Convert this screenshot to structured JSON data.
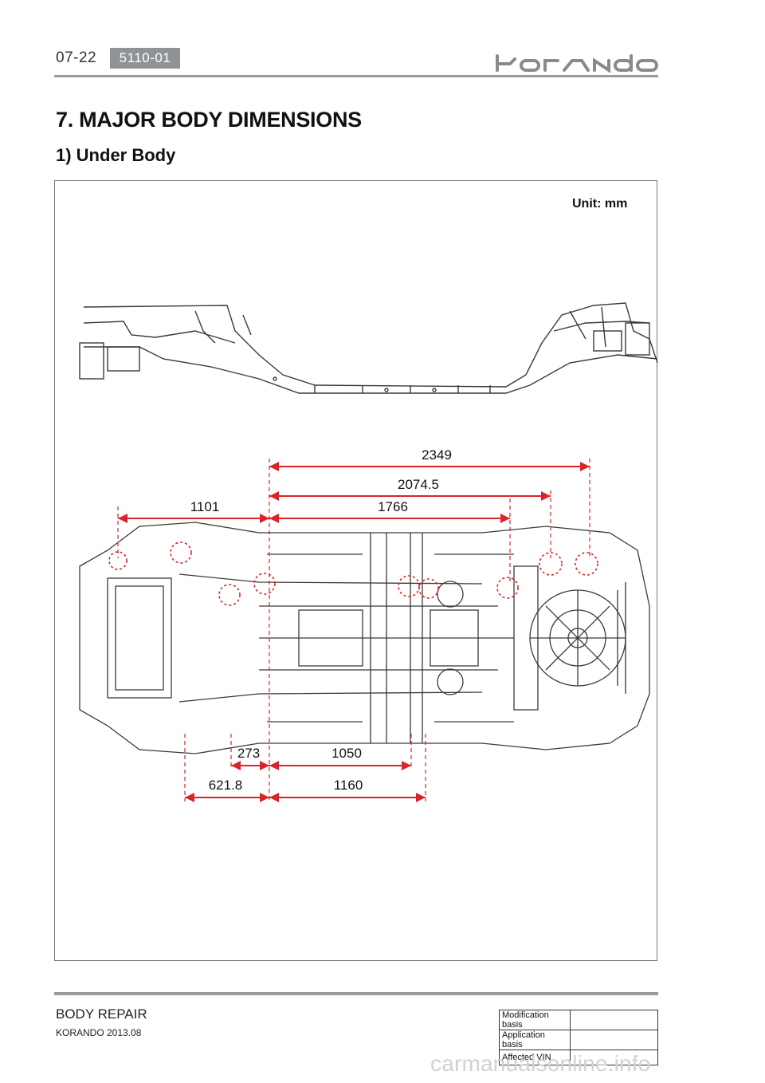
{
  "header": {
    "page_number": "07-22",
    "section_code": "5110-01",
    "brand": "korando"
  },
  "title": "7. MAJOR BODY DIMENSIONS",
  "subtitle": "1) Under Body",
  "figure": {
    "unit_label": "Unit: mm",
    "dimensions": {
      "d2349": "2349",
      "d2074": "2074.5",
      "d1101": "1101",
      "d1766": "1766",
      "d273": "273",
      "d1050": "1050",
      "d621": "621.8",
      "d1160": "1160"
    },
    "colors": {
      "dimension": "#d9252a",
      "drawing": "#3a3a3a"
    }
  },
  "footer": {
    "section": "BODY REPAIR",
    "model": "KORANDO 2013.08",
    "table": [
      {
        "label": "Modification basis",
        "value": ""
      },
      {
        "label": "Application basis",
        "value": ""
      },
      {
        "label": "Affected VIN",
        "value": ""
      }
    ]
  },
  "watermark": "carmanualsonline.info"
}
